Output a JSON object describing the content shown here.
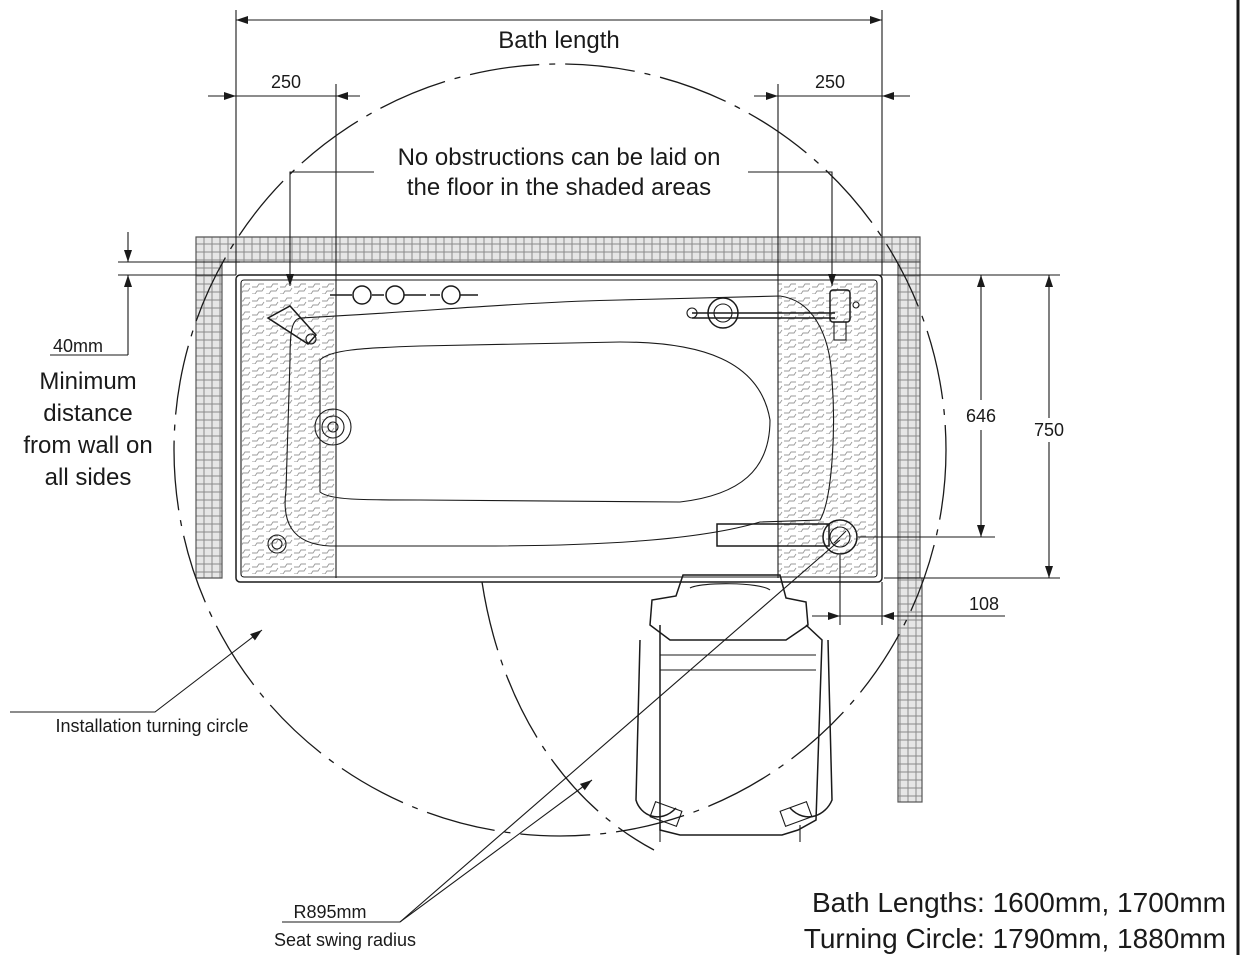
{
  "labels": {
    "bath_length": "Bath length",
    "clearance_left": "250",
    "clearance_right": "250",
    "obstruction_note_line1": "No obstructions can be laid on",
    "obstruction_note_line2": "the floor in the shaded areas",
    "wall_gap": "40mm",
    "wall_gap_desc_line1": "Minimum",
    "wall_gap_desc_line2": "distance",
    "wall_gap_desc_line3": "from wall on",
    "wall_gap_desc_line4": "all sides",
    "inner_width": "646",
    "outer_width": "750",
    "seat_offset": "108",
    "turning_circle": "Installation turning circle",
    "seat_radius": "R895mm",
    "seat_radius_desc": "Seat swing radius",
    "spec_line1": "Bath Lengths:  1600mm,  1700mm",
    "spec_line2": "Turning Circle: 1790mm,  1880mm"
  },
  "colors": {
    "line": "#1a1a1a",
    "hatch_fill": "#c8c8c8",
    "background": "#ffffff"
  }
}
